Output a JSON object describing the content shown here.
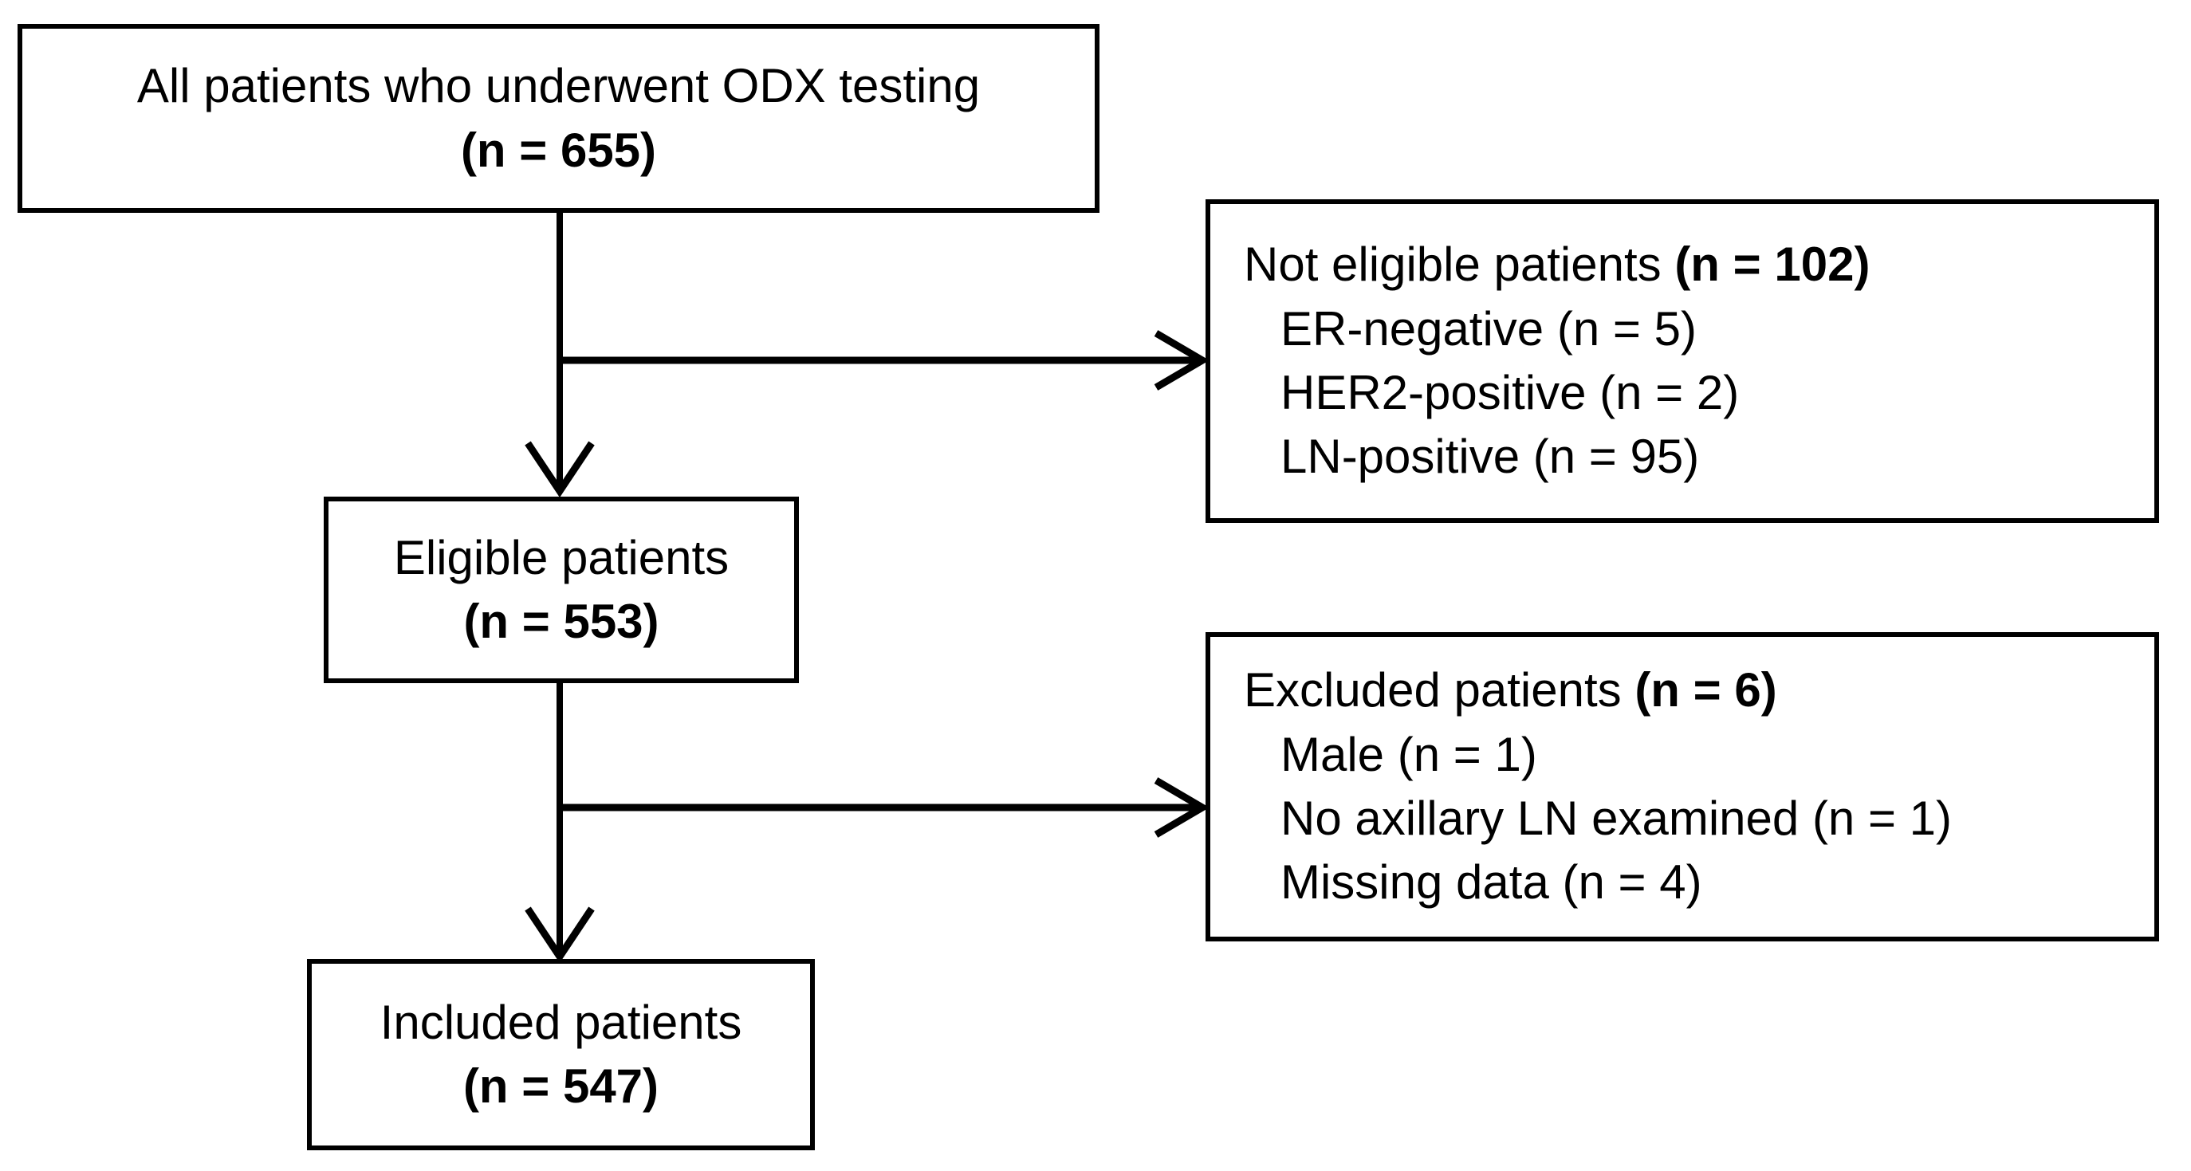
{
  "diagram": {
    "type": "flowchart",
    "title": "Patient selection flow (CONSORT-style)",
    "orientation": "vertical-with-right-exclusions",
    "nodes": {
      "all_patients": {
        "line1": "All patients who underwent ODX testing",
        "line2_prefix": "(n = ",
        "count": "655",
        "line2_suffix": ")",
        "n_label": "(n = 655)"
      },
      "eligible_patients": {
        "line1": "Eligible patients",
        "count": "553",
        "n_label": "(n = 553)"
      },
      "included_patients": {
        "line1": "Included patients",
        "count": "547",
        "n_label": "(n = 547)"
      },
      "not_eligible": {
        "header_text": "Not eligible patients ",
        "header_count": "(n = 102)",
        "count": "102",
        "items": [
          {
            "label": "ER-negative (n = 5)",
            "reason": "ER-negative",
            "n": "5"
          },
          {
            "label": "HER2-positive (n = 2)",
            "reason": "HER2-positive",
            "n": "2"
          },
          {
            "label": "LN-positive (n = 95)",
            "reason": "LN-positive",
            "n": "95"
          }
        ]
      },
      "excluded": {
        "header_text": "Excluded patients ",
        "header_count": "(n = 6)",
        "count": "6",
        "items": [
          {
            "label": "Male (n = 1)",
            "reason": "Male",
            "n": "1"
          },
          {
            "label": "No axillary LN examined (n = 1)",
            "reason": "No axillary LN examined",
            "n": "1"
          },
          {
            "label": "Missing data (n = 4)",
            "reason": "Missing data",
            "n": "4"
          }
        ]
      }
    },
    "edges": [
      {
        "from": "all_patients",
        "to": "eligible_patients",
        "kind": "down-arrow"
      },
      {
        "from": "all_patients",
        "to": "not_eligible",
        "kind": "right-arrow"
      },
      {
        "from": "eligible_patients",
        "to": "included_patients",
        "kind": "down-arrow"
      },
      {
        "from": "eligible_patients",
        "to": "excluded",
        "kind": "right-arrow"
      }
    ],
    "colors": {
      "background": "#ffffff",
      "stroke": "#000000",
      "text": "#000000"
    }
  }
}
